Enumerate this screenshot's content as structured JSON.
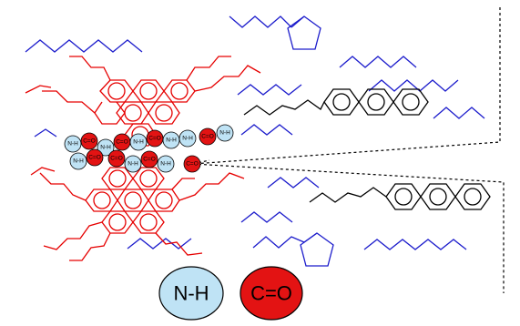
{
  "legend": {
    "nh_label": "N-H",
    "co_label": "C=O"
  },
  "beads": {
    "nh_label": "N-H",
    "co_label": "C=O"
  },
  "colors": {
    "nh_fill": "#bfe3f5",
    "co_fill": "#e31313",
    "side_chain": "#1d1dcc",
    "core": "#e60000",
    "anthracene": "#000000"
  }
}
